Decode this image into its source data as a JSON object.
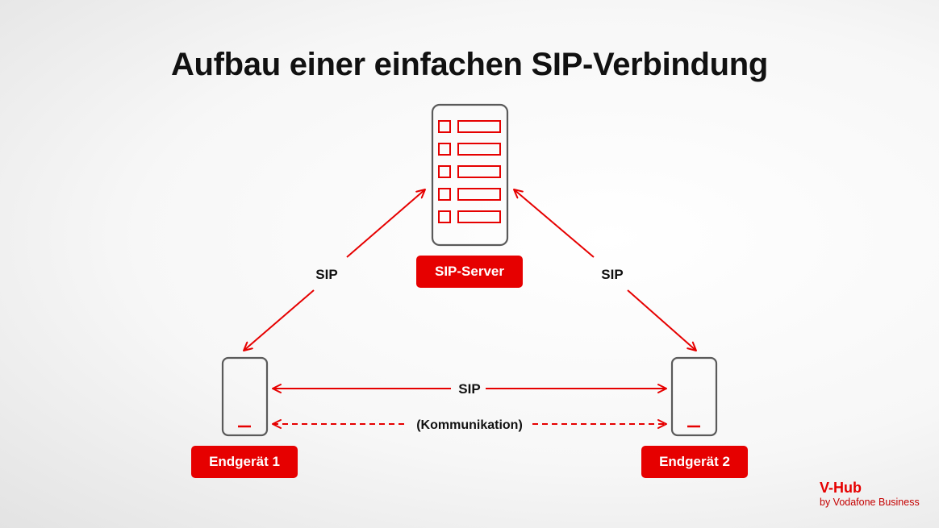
{
  "title": "Aufbau einer einfachen SIP-Verbindung",
  "nodes": {
    "server": {
      "label": "SIP-Server",
      "icon": "server-icon"
    },
    "device1": {
      "label": "Endgerät 1",
      "icon": "smartphone-icon"
    },
    "device2": {
      "label": "Endgerät 2",
      "icon": "smartphone-icon"
    }
  },
  "edges": {
    "server_device1": "SIP",
    "server_device2": "SIP",
    "device1_device2": "SIP",
    "device1_device2_media": "(Kommunikation)"
  },
  "brand": {
    "name": "V-Hub",
    "sub": "by Vodafone Business"
  },
  "colors": {
    "accent": "#e60000",
    "outline": "#5a5a5a",
    "text": "#111111"
  }
}
